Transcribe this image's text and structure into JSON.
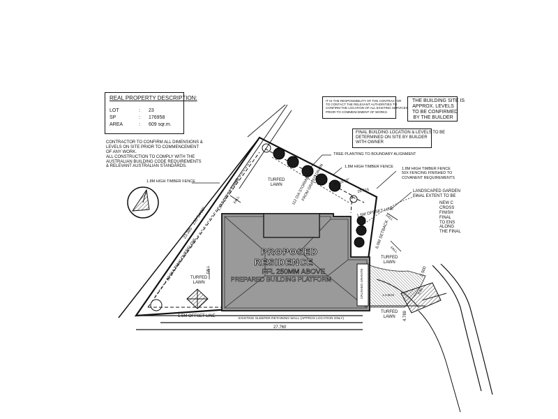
{
  "property": {
    "heading": "REAL PROPERTY DESCRIPTION:",
    "rows": [
      {
        "label": "LOT",
        "sep": ":",
        "value": "23"
      },
      {
        "label": "SP",
        "sep": ":",
        "value": "176958"
      },
      {
        "label": "AREA",
        "sep": ":",
        "value": "609 sqr.m."
      }
    ]
  },
  "notes": {
    "contractor_line1": "CONTRACTOR TO CONFIRM ALL DIMENSIONS &",
    "contractor_line2": "LEVELS ON SITE PRIOR TO COMMENCEMENT",
    "contractor_line3": "OF ANY WORK.",
    "construction_line1": "ALL CONSTRUCTION TO COMPLY WITH THE",
    "construction_line2": "AUSTRALIAN BUILDING CODE REQUIREMENTS",
    "construction_line3": "& RELEVANT AUSTRALIAN STANDARDS.",
    "responsibility_line1": "IT IS THE RESPONSIBILITY OF THE CONTRACTOR",
    "responsibility_line2": "TO CONTACT THE RELEVANT AUTHORITIES TO",
    "responsibility_line3": "CONFIRM THE LOCATION OF ALL EXISTING SERVICES",
    "responsibility_line4": "PRIOR TO COMMENCEMENT OF WORKS",
    "levels_line1": "THE BUILDING SITE IS",
    "levels_line2": "APPROX. LEVELS",
    "levels_line3": "TO BE CONFIRMED",
    "levels_line4": "BY THE BUILDER",
    "final_line1": "FINAL BUILDING LOCATION & LEVELS TO BE",
    "final_line2": "DETERMINED ON SITE BY BUILDER",
    "final_line3": "WITH OWNER"
  },
  "labels": {
    "tree_planting": "TREE PLANTING TO BOUNDARY ALIGNMENT",
    "timber_fence_top": "1.8m HIGH TIMBER FENCE",
    "timber_fence_left": "1.8m HIGH TIMBER FENCE",
    "timber_fence_right_1": "1.8m HIGH TIMBER FENCE",
    "timber_fence_right_2": "50X FENCING FINISHED TO",
    "timber_fence_right_3": "COVANENT REQUIREMENTS",
    "landscaped_1": "LANDSCAPED GARDEN",
    "landscaped_2": "FINAL EXTENT TO BE",
    "new_1": "NEW C",
    "new_2": "CROSS",
    "new_3": "FINISH",
    "new_4": "FINAL",
    "new_5": "TO ENS",
    "new_6": "ALONG",
    "new_7": "THE FINAL",
    "proposed_1": "PROPOSED",
    "proposed_2": "RESIDENCE",
    "ffl": "FFL 250mm ABOVE",
    "platform": "PREPARED BUILDING PLATFORM",
    "turfed_top_1": "TURFED",
    "turfed_top_2": "LAWN",
    "turfed_left_1": "TURFED",
    "turfed_left_2": "LAWN",
    "turfed_right_1": "TURFED",
    "turfed_right_2": "LAWN",
    "turfed_bottom_1": "TURFED",
    "turfed_bottom_2": "LAWN",
    "offset_bottom": "1.5m OFFSET LINE",
    "offset_left": "1.5m OFFSET LINE",
    "offset_right": "1.5m OFFSET LINE",
    "retaining_wall": "EXISTING SLEEPER RETAINING WALL (APPROX LOCATION ONLY)",
    "stormwater": "112 DIA STORMWATER",
    "stormwater_2": "FROM GRATED DRAIN",
    "tank_overflow": "90 DIA TANK OVERFLOW",
    "setback": "6.0m SETBACK",
    "crushed": "CRUSHED GRANITE",
    "fall_1": "FALL",
    "fall_2": "FALL",
    "fall_3": "FALL",
    "fall_4": "FALL",
    "dim_left_1": "23.385",
    "dim_left_2": "236°34'00\"",
    "dim_top_1": "32°16'10\"",
    "dim_top_2": "26.715",
    "dim_bottom": "27.760",
    "dim_right_1": "2.500",
    "dim_right_2": "4.789",
    "dim_right_3": "1:4 MAX",
    "dim_right_4": "8.80"
  }
}
